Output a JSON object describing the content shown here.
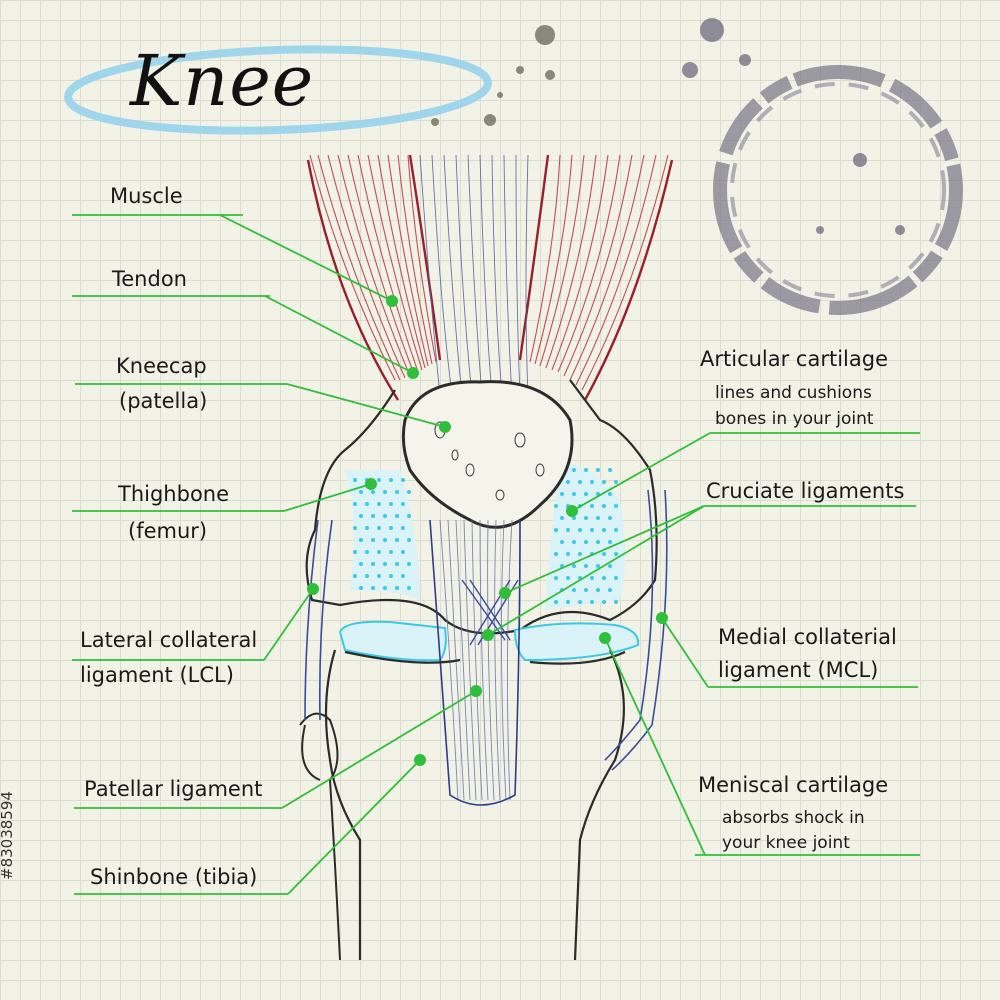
{
  "title": "Knee",
  "stock_id": "#83038594",
  "colors": {
    "leader": "#2fbf3a",
    "muscle": "#a8323a",
    "ligament": "#3a4d9c",
    "cartilage": "#3cc8e6",
    "bone_outline": "#2b2b2b"
  },
  "labels": {
    "muscle": "Muscle",
    "tendon": "Tendon",
    "kneecap": "Kneecap",
    "kneecap_sub": "(patella)",
    "thighbone": "Thighbone",
    "thighbone_sub": "(femur)",
    "lcl_1": "Lateral collateral",
    "lcl_2": "ligament (LCL)",
    "patellar": "Patellar ligament",
    "shinbone": "Shinbone (tibia)",
    "articular": "Articular cartilage",
    "articular_sub1": "lines and cushions",
    "articular_sub2": "bones in your joint",
    "cruciate": "Cruciate ligaments",
    "mcl_1": "Medial collaterial",
    "mcl_2": "ligament (MCL)",
    "meniscal": "Meniscal cartilage",
    "meniscal_sub1": "absorbs shock in",
    "meniscal_sub2": "your knee joint"
  }
}
